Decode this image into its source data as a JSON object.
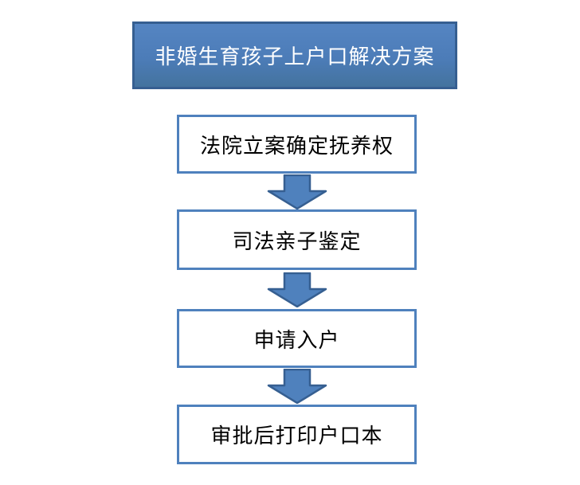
{
  "diagram": {
    "type": "flowchart",
    "title": "非婚生育孩子上户口解决方案",
    "steps": [
      {
        "label": "法院立案确定抚养权"
      },
      {
        "label": "司法亲子鉴定"
      },
      {
        "label": "申请入户"
      },
      {
        "label": "审批后打印户口本"
      }
    ],
    "connectors": {
      "count": 3,
      "icon": "down-arrow-icon",
      "direction": "down"
    },
    "colors": {
      "accent_fill": "#4f81bd",
      "accent_border": "#365f91",
      "title_fill_top": "#5585c2",
      "title_fill_bottom": "#44739e",
      "box_fill": "#ffffff",
      "box_border": "#4f81bd",
      "title_text": "#ffffff",
      "step_text": "#000000",
      "background": "#ffffff"
    }
  }
}
